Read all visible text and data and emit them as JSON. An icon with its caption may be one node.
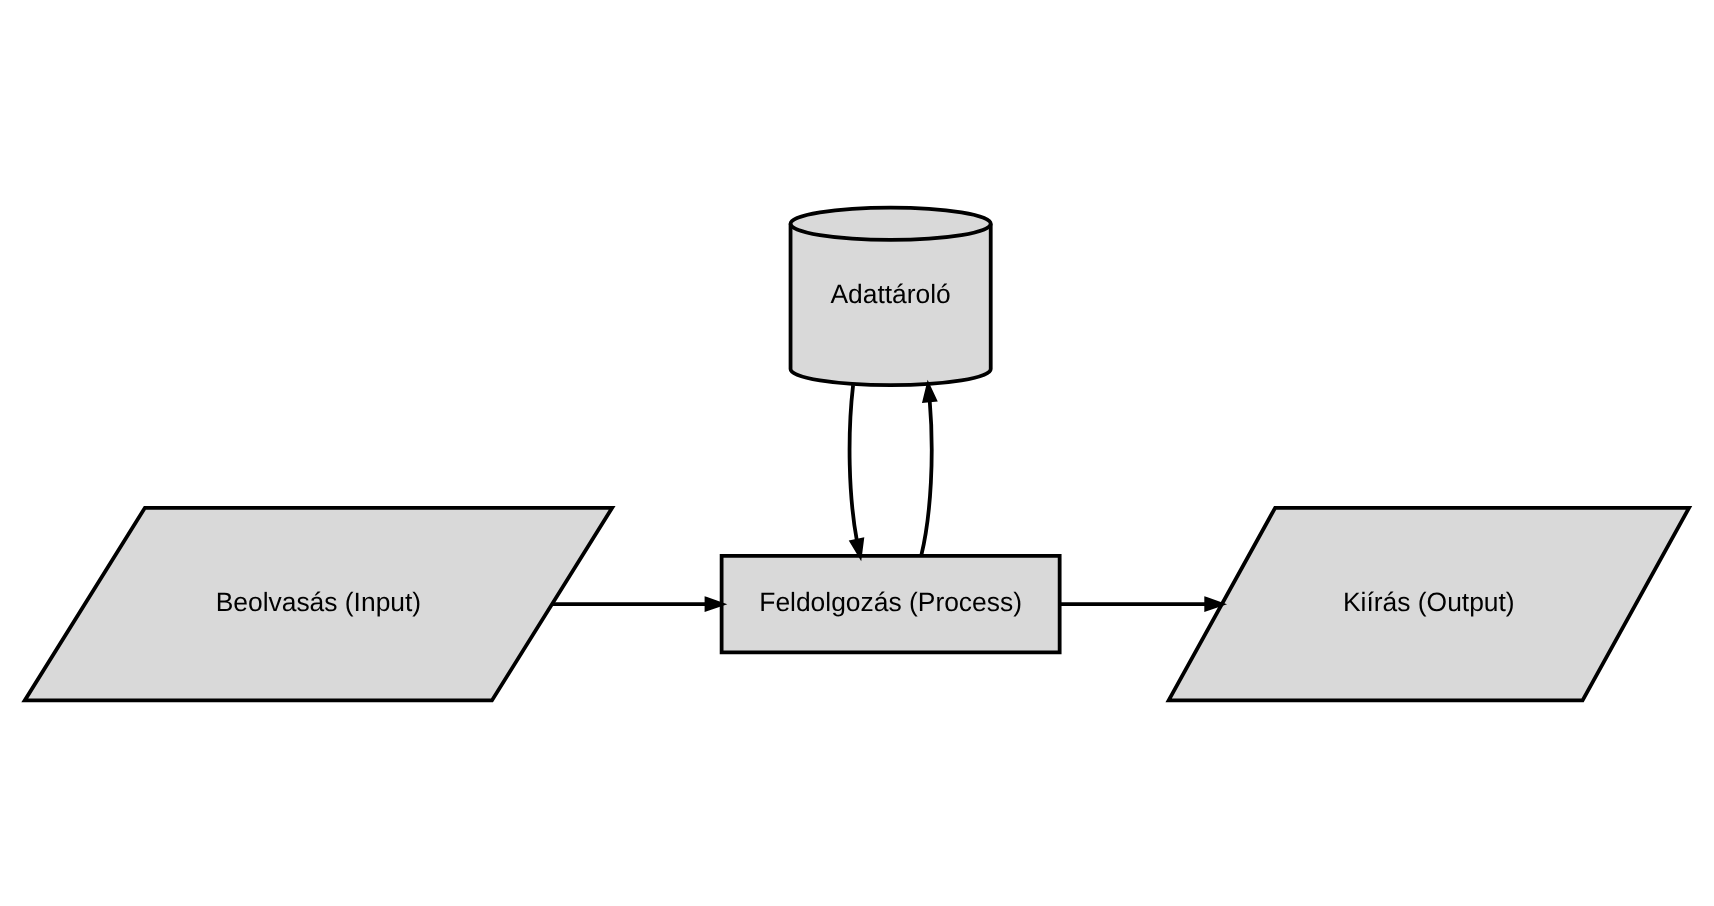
{
  "diagram": {
    "nodes": [
      {
        "text": [
          "Adattároló"
        ]
      },
      {
        "text": [
          "Beolvasás (Input)"
        ]
      },
      {
        "text": [
          "Feldolgozás (Process)"
        ]
      },
      {
        "text": [
          "Kiírás (Output)"
        ]
      }
    ],
    "edges": [
      {
        "from": 1,
        "to": 2,
        "arrow": "to"
      },
      {
        "from": 0,
        "to": 2,
        "arrow": "to"
      },
      {
        "from": 2,
        "to": 0,
        "arrow": "to"
      },
      {
        "from": 2,
        "to": 3,
        "arrow": "to"
      }
    ]
  }
}
